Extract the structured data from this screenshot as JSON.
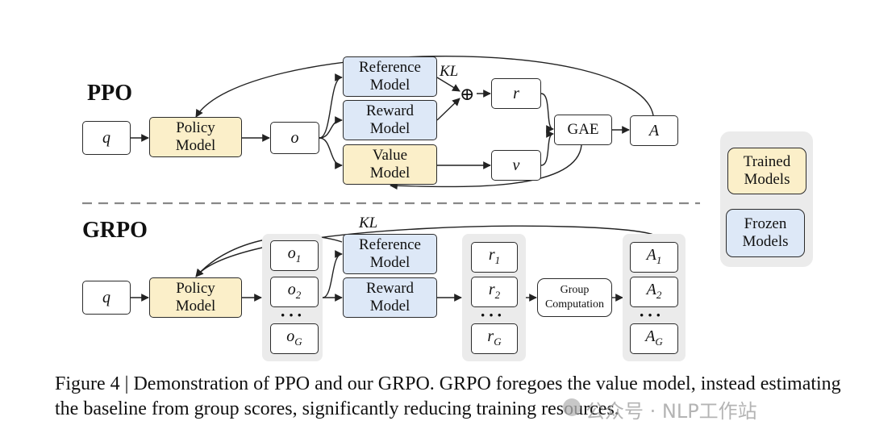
{
  "ppo": {
    "title": "PPO",
    "q": "q",
    "policy": "Policy\nModel",
    "o": "o",
    "reference": "Reference\nModel",
    "reward": "Reward\nModel",
    "value": "Value\nModel",
    "kl": "KL",
    "oplus": "⊕",
    "r": "r",
    "v": "v",
    "gae": "GAE",
    "a": "A"
  },
  "grpo": {
    "title": "GRPO",
    "q": "q",
    "policy": "Policy\nModel",
    "o1": "o",
    "o1_sub": "1",
    "o2": "o",
    "o2_sub": "2",
    "oG": "o",
    "oG_sub": "G",
    "dots": "···",
    "reference": "Reference\nModel",
    "reward": "Reward\nModel",
    "kl": "KL",
    "r1": "r",
    "r1_sub": "1",
    "r2": "r",
    "r2_sub": "2",
    "rG": "r",
    "rG_sub": "G",
    "group": "Group\nComputation",
    "a1": "A",
    "a1_sub": "1",
    "a2": "A",
    "a2_sub": "2",
    "aG": "A",
    "aG_sub": "G"
  },
  "legend": {
    "trained": "Trained\nModels",
    "frozen": "Frozen\nModels"
  },
  "caption": "Figure 4 | Demonstration of PPO and our GRPO. GRPO foregoes the value model, instead estimating the baseline from group scores, significantly reducing training resources.",
  "watermark": "公众号 · NLP工作站",
  "colors": {
    "trained_fill": "#fbefc9",
    "frozen_fill": "#dde8f7",
    "panel_gray": "#ebebeb",
    "stroke": "#2b2b2b"
  }
}
